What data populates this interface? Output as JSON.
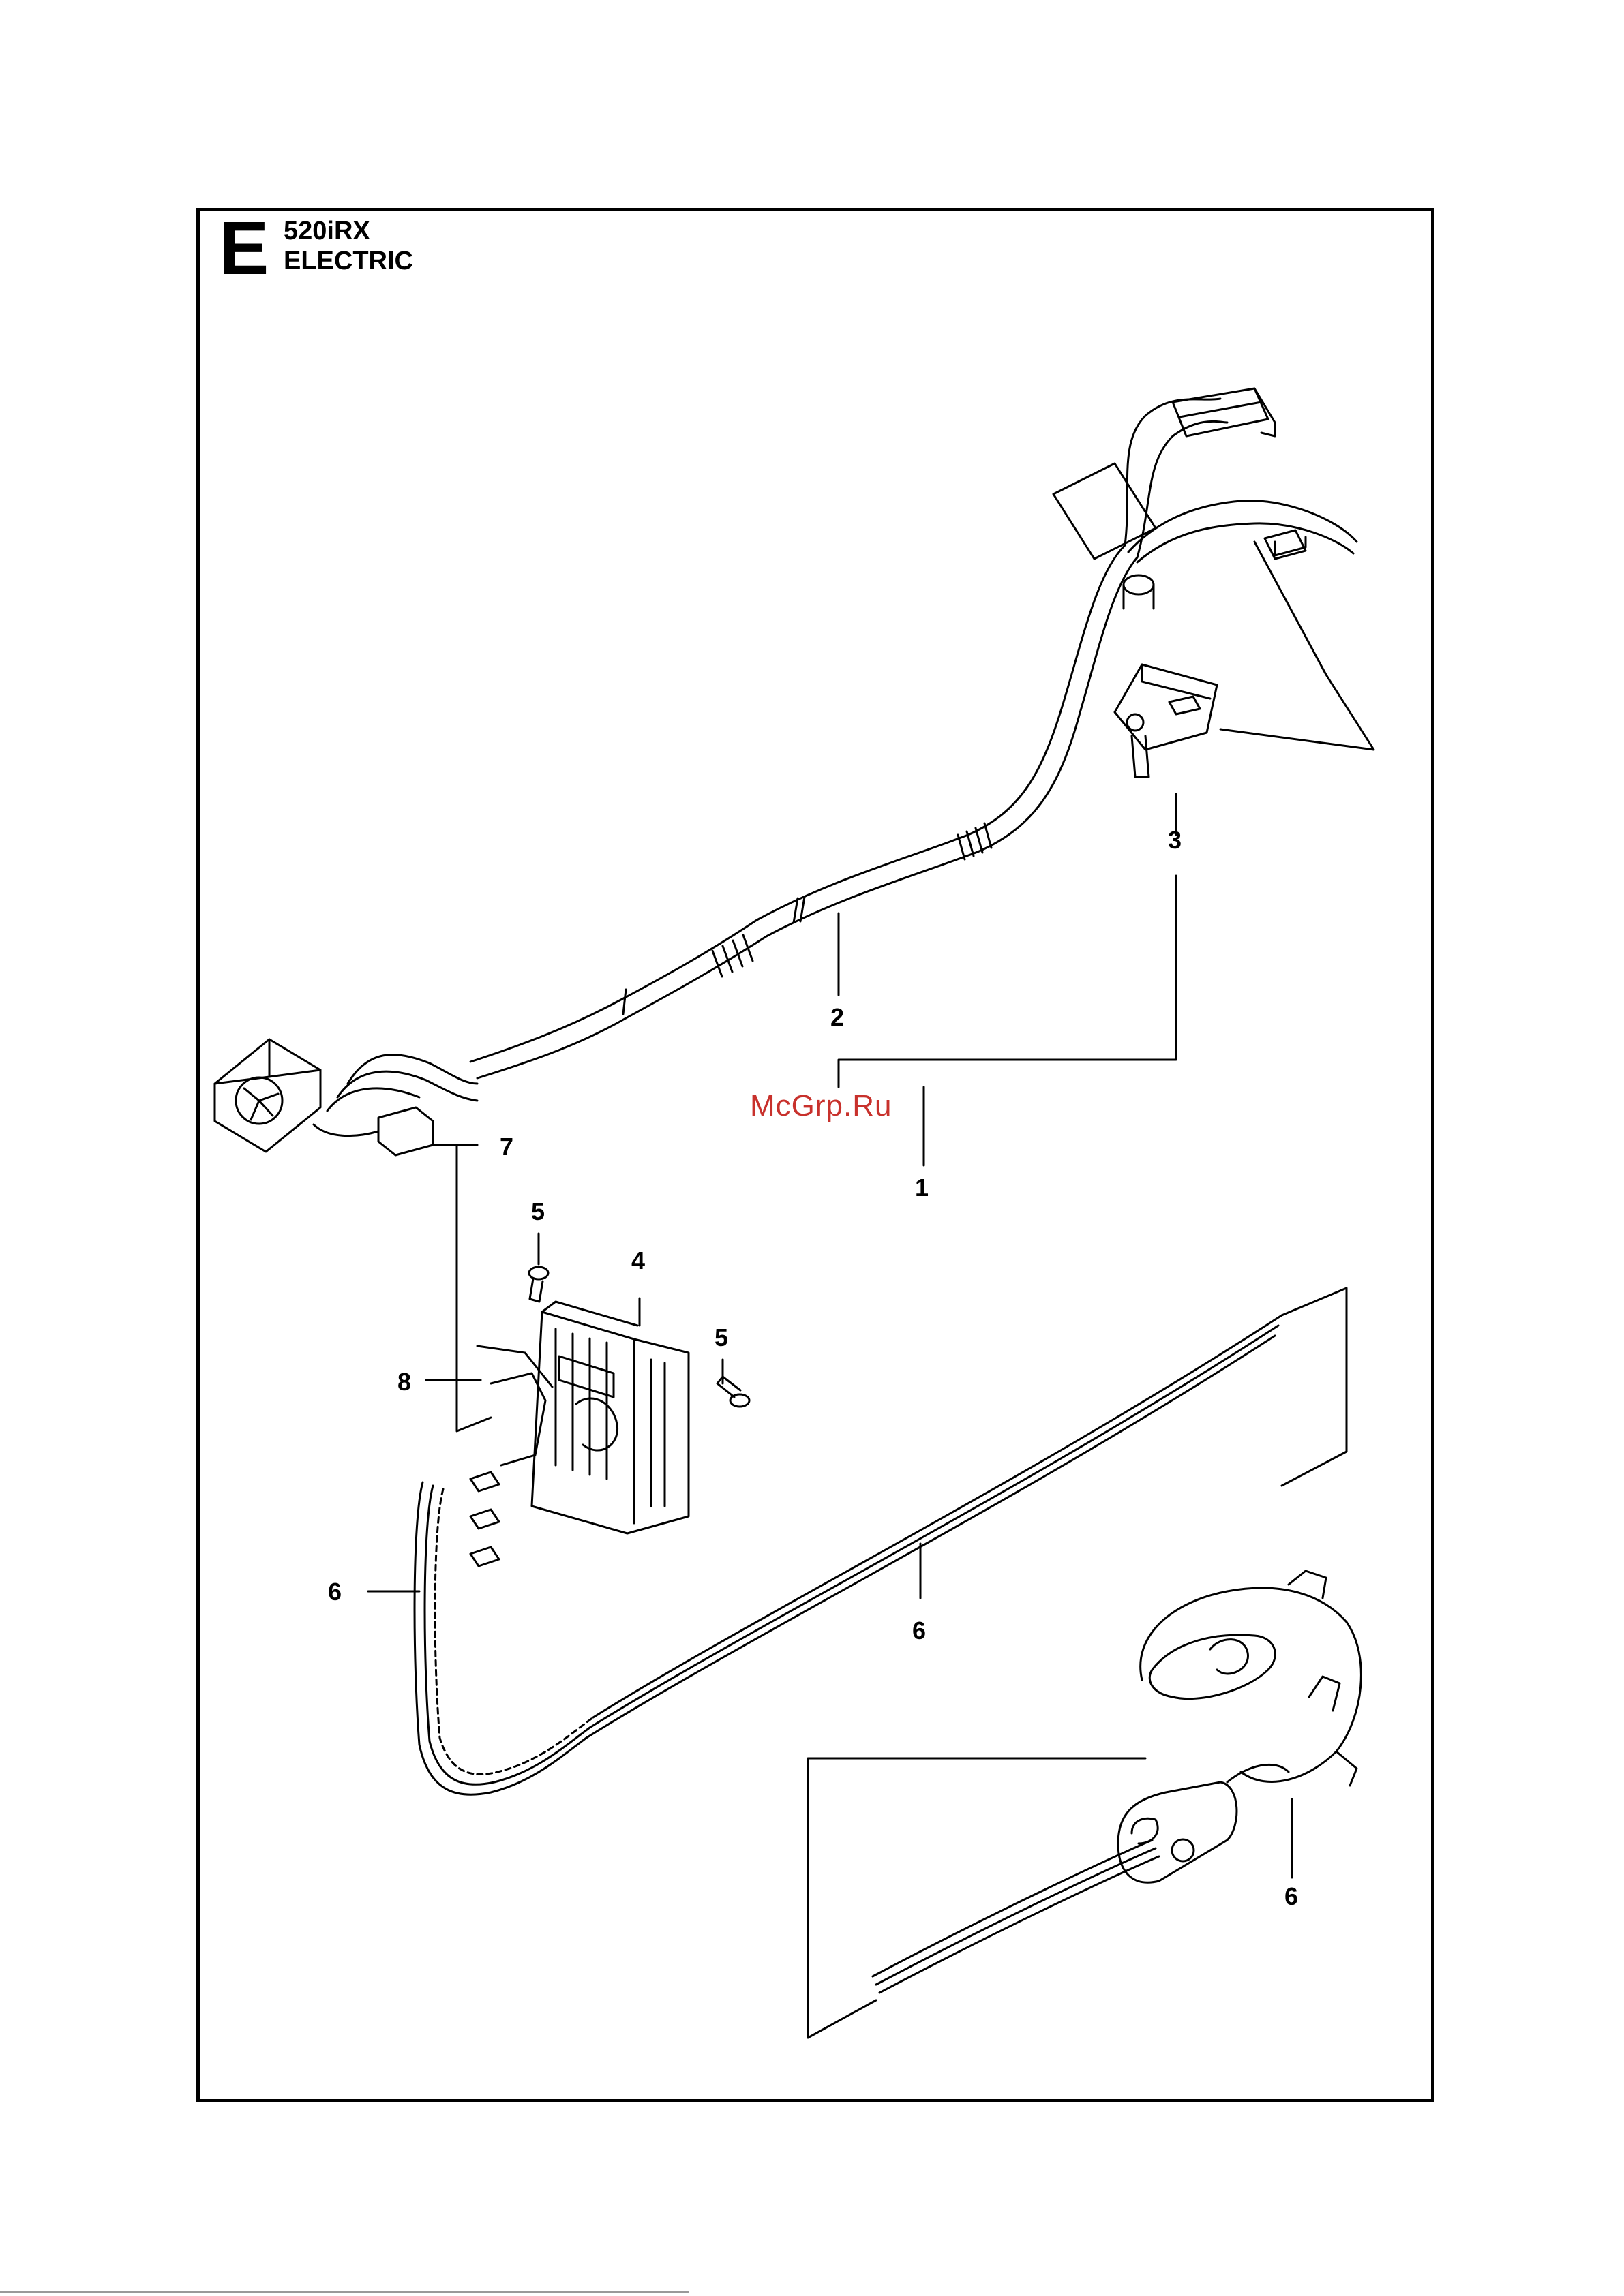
{
  "section": {
    "letter": "E"
  },
  "header": {
    "model": "520iRX",
    "group": "ELECTRIC"
  },
  "watermark": "McGrp.Ru",
  "callouts": [
    {
      "id": "callout-1",
      "label": "1"
    },
    {
      "id": "callout-2",
      "label": "2"
    },
    {
      "id": "callout-3",
      "label": "3"
    },
    {
      "id": "callout-4",
      "label": "4"
    },
    {
      "id": "callout-5a",
      "label": "5"
    },
    {
      "id": "callout-5b",
      "label": "5"
    },
    {
      "id": "callout-6a",
      "label": "6"
    },
    {
      "id": "callout-6b",
      "label": "6"
    },
    {
      "id": "callout-6c",
      "label": "6"
    },
    {
      "id": "callout-7",
      "label": "7"
    },
    {
      "id": "callout-8",
      "label": "8"
    }
  ],
  "parts": [
    {
      "name": "cable-harness-icon"
    },
    {
      "name": "cooling-fan-icon"
    },
    {
      "name": "switch-icon"
    },
    {
      "name": "control-unit-icon"
    },
    {
      "name": "screw-icon"
    },
    {
      "name": "motor-housing-icon"
    },
    {
      "name": "wires-icon"
    }
  ]
}
